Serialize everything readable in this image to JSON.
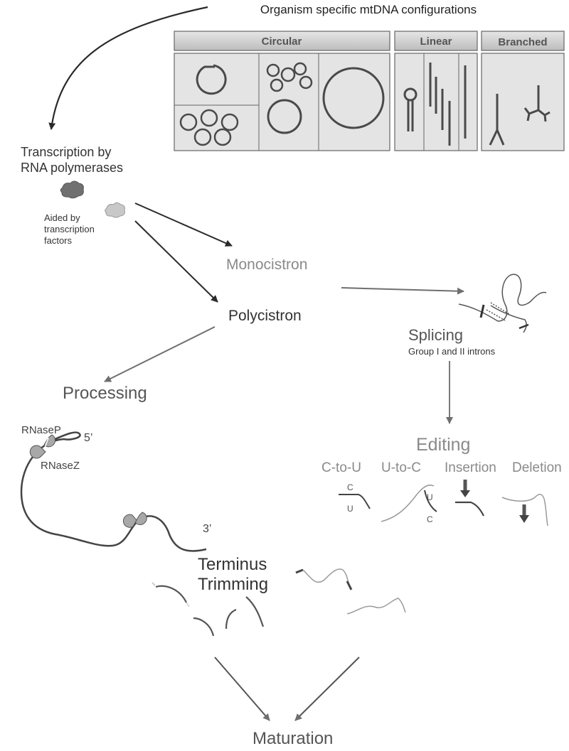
{
  "header": {
    "title": "Organism specific mtDNA configurations"
  },
  "configurations": [
    {
      "label": "Circular"
    },
    {
      "label": "Linear"
    },
    {
      "label": "Branched"
    }
  ],
  "transcription": {
    "title_line1": "Transcription by",
    "title_line2": "RNA polymerases",
    "aid_line1": "Aided by",
    "aid_line2": "transcription",
    "aid_line3": "factors"
  },
  "monocistron": {
    "label": "Monocistron"
  },
  "polycistron": {
    "label": "Polycistron"
  },
  "splicing": {
    "label": "Splicing",
    "sublabel": "Group I and II introns"
  },
  "processing": {
    "label": "Processing",
    "rnasep": "RNaseP",
    "rnasez": "RNaseZ",
    "five_prime": "5’",
    "three_prime": "3’"
  },
  "editing": {
    "label": "Editing",
    "types": [
      {
        "label": "C-to-U"
      },
      {
        "label": "U-to-C"
      },
      {
        "label": "Insertion"
      },
      {
        "label": "Deletion"
      }
    ],
    "nuc_c": "C",
    "nuc_u": "U"
  },
  "trimming": {
    "line1": "Terminus",
    "line2": "Trimming"
  },
  "maturation": {
    "label": "Maturation"
  },
  "colors": {
    "dark": "#3d3d3d",
    "grey": "#8c8c8c",
    "panel": "#e4e4e4"
  }
}
